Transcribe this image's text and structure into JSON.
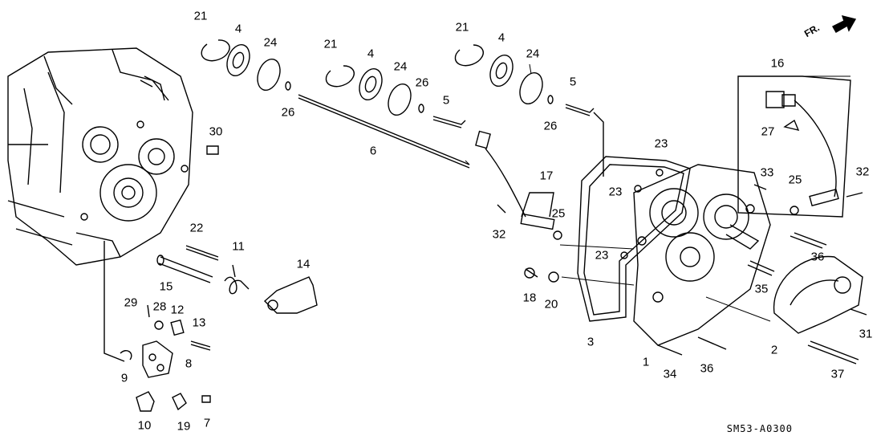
{
  "diagram": {
    "code": "SM53-A0300",
    "direction_label": "FR.",
    "callouts": [
      {
        "id": "c21a",
        "text": "21"
      },
      {
        "id": "c4a",
        "text": "4"
      },
      {
        "id": "c24a",
        "text": "24"
      },
      {
        "id": "c26a",
        "text": "26"
      },
      {
        "id": "c21b",
        "text": "21"
      },
      {
        "id": "c4b",
        "text": "4"
      },
      {
        "id": "c24b",
        "text": "24"
      },
      {
        "id": "c26b",
        "text": "26"
      },
      {
        "id": "c21c",
        "text": "21"
      },
      {
        "id": "c4c",
        "text": "4"
      },
      {
        "id": "c24c",
        "text": "24"
      },
      {
        "id": "c26c",
        "text": "26"
      },
      {
        "id": "c5a",
        "text": "5"
      },
      {
        "id": "c5b",
        "text": "5"
      },
      {
        "id": "c16",
        "text": "16"
      },
      {
        "id": "c27",
        "text": "27"
      },
      {
        "id": "c30",
        "text": "30"
      },
      {
        "id": "c6",
        "text": "6"
      },
      {
        "id": "c23a",
        "text": "23"
      },
      {
        "id": "c23b",
        "text": "23"
      },
      {
        "id": "c23c",
        "text": "23"
      },
      {
        "id": "c17",
        "text": "17"
      },
      {
        "id": "c25a",
        "text": "25"
      },
      {
        "id": "c25b",
        "text": "25"
      },
      {
        "id": "c33",
        "text": "33"
      },
      {
        "id": "c32a",
        "text": "32"
      },
      {
        "id": "c32b",
        "text": "32"
      },
      {
        "id": "c22",
        "text": "22"
      },
      {
        "id": "c11",
        "text": "11"
      },
      {
        "id": "c14",
        "text": "14"
      },
      {
        "id": "c15",
        "text": "15"
      },
      {
        "id": "c36a",
        "text": "36"
      },
      {
        "id": "c36b",
        "text": "36"
      },
      {
        "id": "c35",
        "text": "35"
      },
      {
        "id": "c18",
        "text": "18"
      },
      {
        "id": "c20",
        "text": "20"
      },
      {
        "id": "c29",
        "text": "29"
      },
      {
        "id": "c28",
        "text": "28"
      },
      {
        "id": "c12",
        "text": "12"
      },
      {
        "id": "c13",
        "text": "13"
      },
      {
        "id": "c3",
        "text": "3"
      },
      {
        "id": "c2",
        "text": "2"
      },
      {
        "id": "c1",
        "text": "1"
      },
      {
        "id": "c31",
        "text": "31"
      },
      {
        "id": "c9",
        "text": "9"
      },
      {
        "id": "c8",
        "text": "8"
      },
      {
        "id": "c34",
        "text": "34"
      },
      {
        "id": "c37",
        "text": "37"
      },
      {
        "id": "c10",
        "text": "10"
      },
      {
        "id": "c19",
        "text": "19"
      },
      {
        "id": "c7",
        "text": "7"
      }
    ]
  }
}
